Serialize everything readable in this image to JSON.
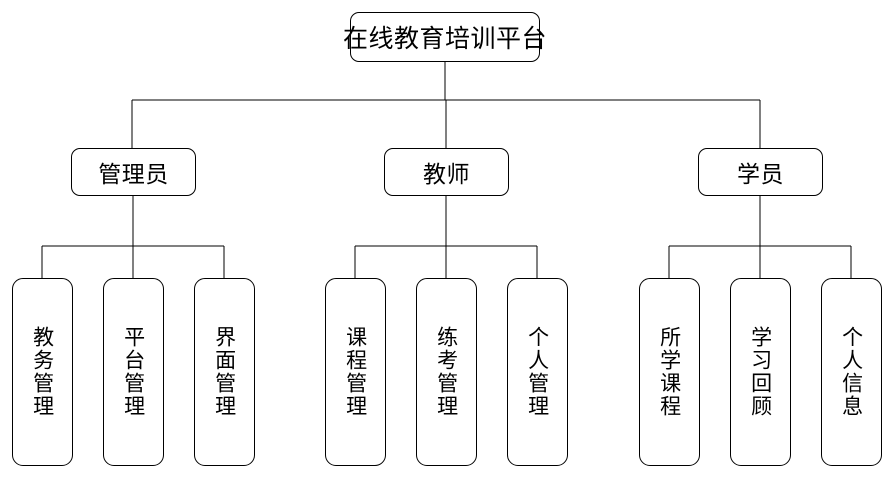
{
  "diagram": {
    "title": "在线教育培训平台",
    "type": "hierarchy-tree",
    "orientation": "top-down",
    "background_color": "#ffffff",
    "line_color": "#000000",
    "text_color": "#000000",
    "root": {
      "label": "在线教育培训平台",
      "shape": "rounded-rectangle",
      "text_direction": "horizontal"
    },
    "branches": [
      {
        "label": "管理员",
        "shape": "rounded-rectangle",
        "text_direction": "horizontal",
        "children": [
          {
            "label": "教务管理",
            "text_direction": "vertical"
          },
          {
            "label": "平台管理",
            "text_direction": "vertical"
          },
          {
            "label": "界面管理",
            "text_direction": "vertical"
          }
        ]
      },
      {
        "label": "教师",
        "shape": "rounded-rectangle",
        "text_direction": "horizontal",
        "children": [
          {
            "label": "课程管理",
            "text_direction": "vertical"
          },
          {
            "label": "练考管理",
            "text_direction": "vertical"
          },
          {
            "label": "个人管理",
            "text_direction": "vertical"
          }
        ]
      },
      {
        "label": "学员",
        "shape": "rounded-rectangle",
        "text_direction": "horizontal",
        "children": [
          {
            "label": "所学课程",
            "text_direction": "vertical"
          },
          {
            "label": "学习回顾",
            "text_direction": "vertical"
          },
          {
            "label": "个人信息",
            "text_direction": "vertical"
          }
        ]
      }
    ]
  }
}
